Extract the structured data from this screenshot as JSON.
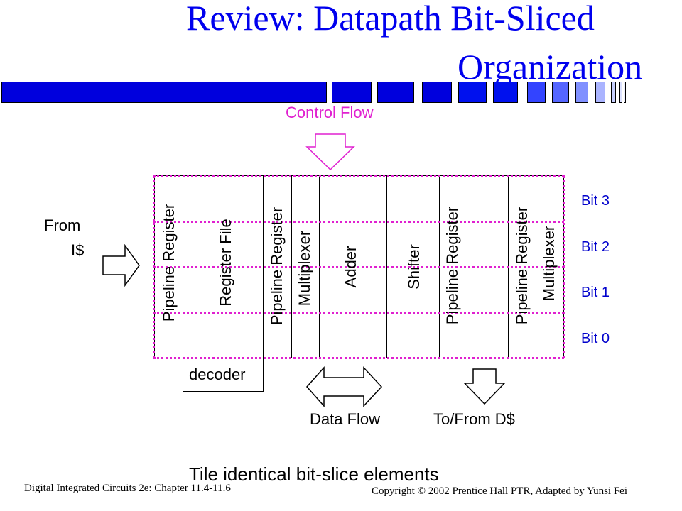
{
  "title": {
    "line1": "Review:  Datapath Bit-Sliced",
    "line2": "Organization"
  },
  "colors": {
    "title": "#0000ee",
    "bar_dark": "#0000dd",
    "bar_mid": "#2233ff",
    "bar_light": "#6677ff",
    "bar_pale": "#aab4ff",
    "control_flow": "#e020d0",
    "bit_labels": "#0000cc"
  },
  "diagram": {
    "control_flow_label": "Control Flow",
    "from_label_line1": "From",
    "from_label_line2": "I$",
    "columns": {
      "pipeline_register_1": "Pipeline Register",
      "register_file": "Register File",
      "pipeline_register_2": "Pipeline Register",
      "multiplexer_1": "Multiplexer",
      "adder": "Adder",
      "shifter": "Shifter",
      "pipeline_register_3": "Pipeline Register",
      "pipeline_register_4": "Pipeline Register",
      "multiplexer_2": "Multiplexer"
    },
    "decoder_label": "decoder",
    "bits": [
      "Bit 3",
      "Bit 2",
      "Bit 1",
      "Bit 0"
    ],
    "data_flow_label": "Data Flow",
    "dcache_label": "To/From D$",
    "caption": "Tile identical bit-slice elements"
  },
  "footer": {
    "left": "Digital Integrated Circuits 2e: Chapter 11.4-11.6",
    "right": "Copyright © 2002 Prentice Hall PTR, Adapted by Yunsi Fei"
  }
}
